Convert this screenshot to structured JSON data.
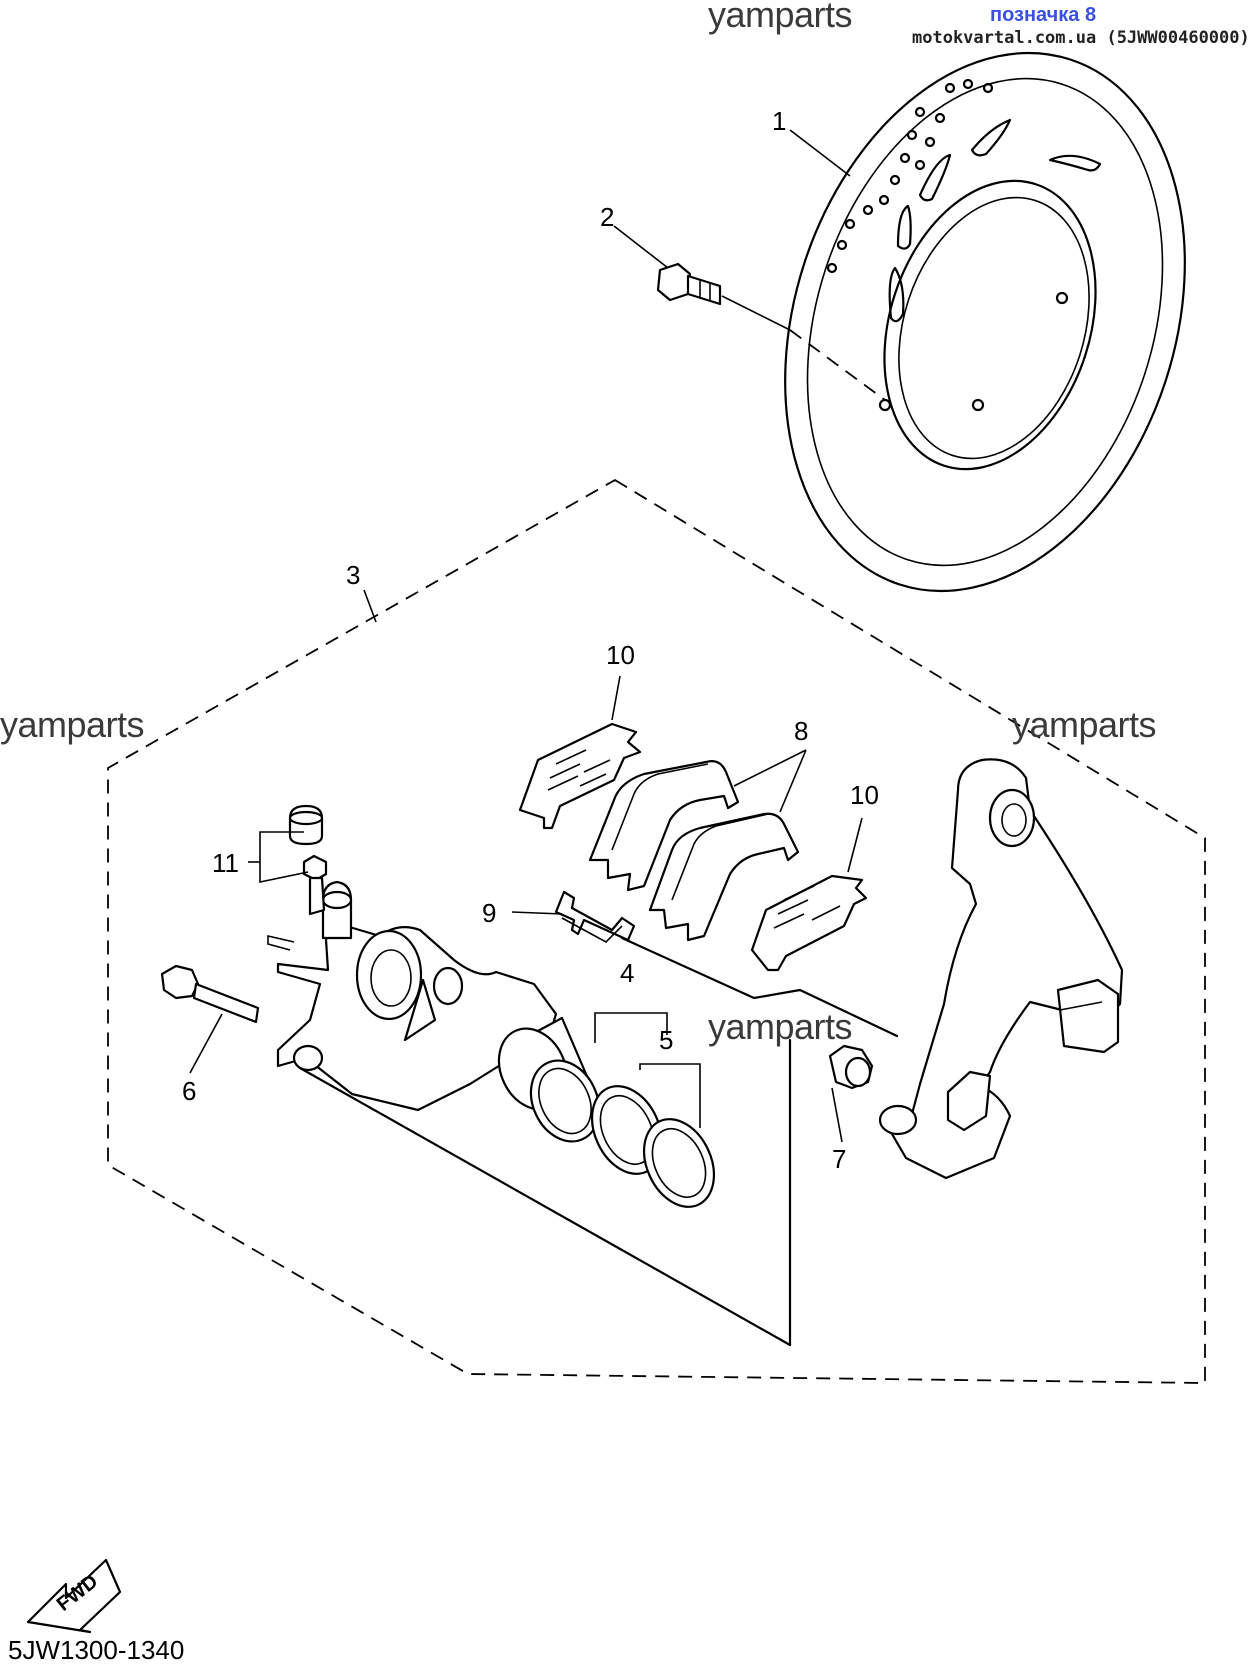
{
  "header": {
    "tag": "позначка 8",
    "source": "motokvartal.com.ua (5JWW00460000)"
  },
  "watermarks": [
    "yamparts",
    "yamparts",
    "yamparts",
    "yamparts"
  ],
  "callouts": {
    "c1": "1",
    "c2": "2",
    "c3": "3",
    "c4": "4",
    "c5": "5",
    "c6": "6",
    "c7": "7",
    "c8": "8",
    "c9": "9",
    "c10a": "10",
    "c10b": "10",
    "c11": "11"
  },
  "fwd_label": "FWD",
  "diagram_code": "5JW1300-1340"
}
